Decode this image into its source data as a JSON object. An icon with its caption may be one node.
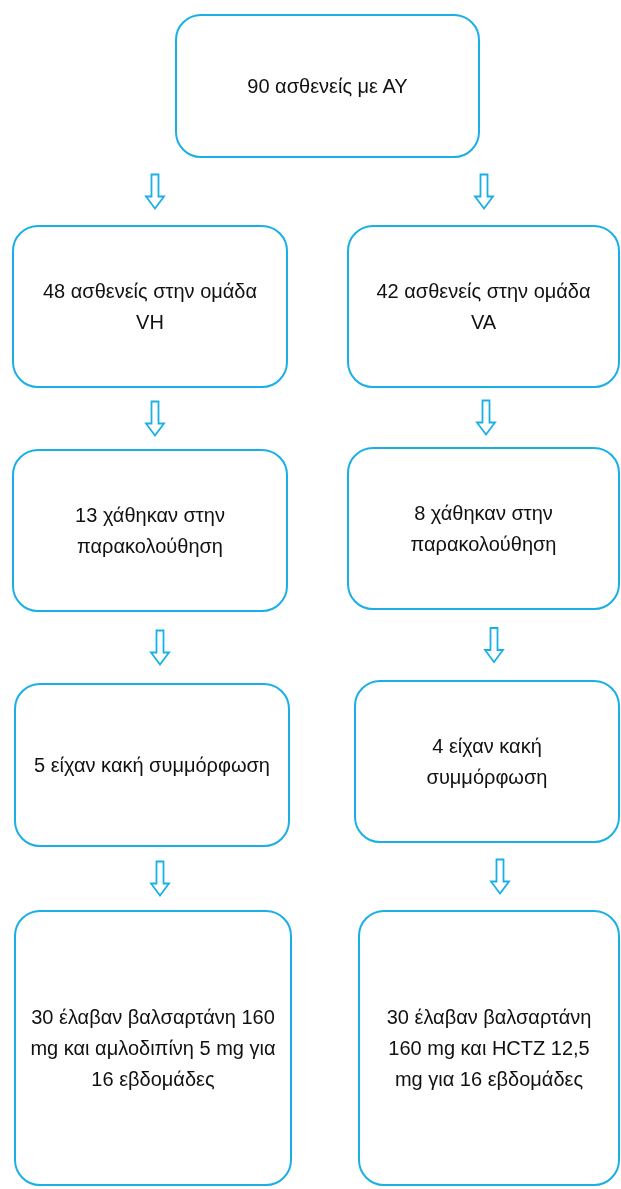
{
  "diagram": {
    "nodes": [
      {
        "text": [
          "90 ασθενείς με ΑΥ"
        ]
      },
      {
        "text": [
          "48 ασθενείς στην ομάδα VH"
        ]
      },
      {
        "text": [
          "42 ασθενείς στην ομάδα VA"
        ]
      },
      {
        "text": [
          "13 χάθηκαν στην παρακολούθηση"
        ]
      },
      {
        "text": [
          "8 χάθηκαν στην παρακολούθηση"
        ]
      },
      {
        "text": [
          "5 είχαν κακή συμμόρφωση"
        ]
      },
      {
        "text": [
          "4 είχαν κακή συμμόρφωση"
        ]
      },
      {
        "text": [
          "30 έλαβαν βαλσαρτάνη 160 mg και αμλοδιπίνη 5 mg για 16 εβδομάδες"
        ]
      },
      {
        "text": [
          "30 έλαβαν βαλσαρτάνη 160 mg και HCTZ 12,5 mg για 16 εβδομάδες"
        ]
      }
    ],
    "edges": [
      {
        "from": 0,
        "to": 1,
        "arrow": "to"
      },
      {
        "from": 0,
        "to": 2,
        "arrow": "to"
      },
      {
        "from": 1,
        "to": 3,
        "arrow": "to"
      },
      {
        "from": 2,
        "to": 4,
        "arrow": "to"
      },
      {
        "from": 3,
        "to": 5,
        "arrow": "to"
      },
      {
        "from": 4,
        "to": 6,
        "arrow": "to"
      },
      {
        "from": 5,
        "to": 7,
        "arrow": "to"
      },
      {
        "from": 6,
        "to": 8,
        "arrow": "to"
      }
    ]
  }
}
